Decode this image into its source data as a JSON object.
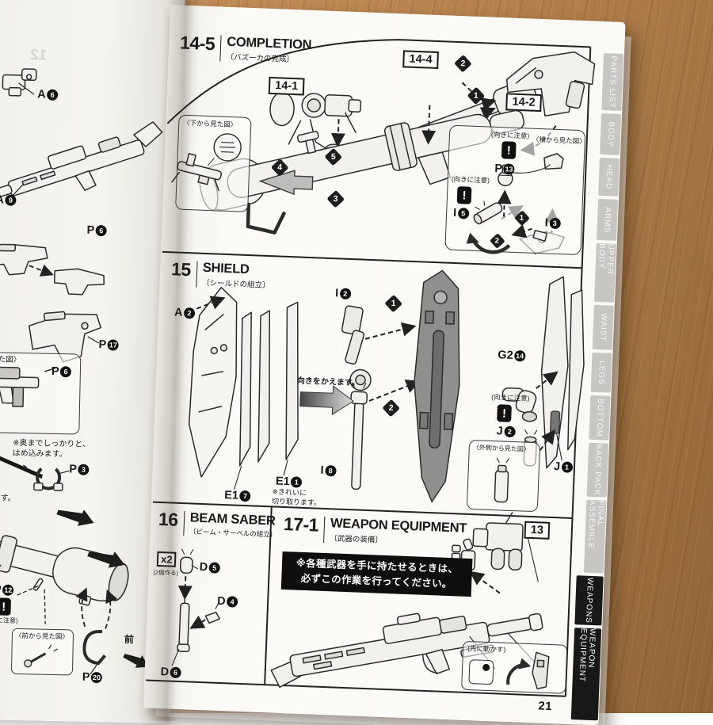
{
  "page_number": "21",
  "warn": "!",
  "markers": {
    "n1": "1",
    "n2": "2",
    "n3": "3",
    "n4": "4",
    "n5": "5"
  },
  "sidebar": {
    "tabs": [
      {
        "label": "PARTS LIST",
        "active": false
      },
      {
        "label": "BODY",
        "active": false
      },
      {
        "label": "HEAD",
        "active": false
      },
      {
        "label": "ARMS",
        "active": false
      },
      {
        "label": "UPPER BODY",
        "active": false
      },
      {
        "label": "WAIST",
        "active": false
      },
      {
        "label": "LEGS",
        "active": false
      },
      {
        "label": "BOTTOM",
        "active": false
      },
      {
        "label": "BACK PACK",
        "active": false
      },
      {
        "label": "FINAL ASSEMBLE",
        "active": false
      },
      {
        "label": "WEAPONS",
        "active": true
      },
      {
        "label": "WEAPON EQUIPMENT",
        "active": true
      }
    ]
  },
  "s14": {
    "num": "14-5",
    "title": "COMPLETION",
    "sub": "〔バズーカの完成〕",
    "box_14_1": "14-1",
    "box_14_4": "14-4",
    "box_14_2": "14-2",
    "note_bottom_view": "〈下から見た図〉",
    "note_orient": "(向きに注意)",
    "note_side_view": "〈横から見た図〉",
    "parts": {
      "p13": {
        "l": "P",
        "n": "13"
      },
      "i5": {
        "l": "I",
        "n": "5"
      },
      "i3": {
        "l": "I",
        "n": "3"
      }
    }
  },
  "s15": {
    "num": "15",
    "title": "SHIELD",
    "sub": "〔シールドの組立〕",
    "note_turn": "向きをかえます。",
    "note_cut": "※きれいに\n切り取ります。",
    "note_orient": "(向きに注意)",
    "note_outside_view": "〈外側から見た図〉",
    "parts": {
      "a2": {
        "l": "A",
        "n": "2"
      },
      "i2": {
        "l": "I",
        "n": "2"
      },
      "i8": {
        "l": "I",
        "n": "8"
      },
      "e1_7": {
        "l": "E1",
        "n": "7"
      },
      "e1_1": {
        "l": "E1",
        "n": "1"
      },
      "g2_14": {
        "l": "G2",
        "n": "14"
      },
      "j2": {
        "l": "J",
        "n": "2"
      },
      "j1": {
        "l": "J",
        "n": "1"
      }
    }
  },
  "s16": {
    "num": "16",
    "title": "BEAM SABER",
    "sub": "〔ビーム・サーベルの組立〕",
    "multiplier": "x2",
    "multiplier_note": "(2個作る)",
    "parts": {
      "d5": {
        "l": "D",
        "n": "5"
      },
      "d4": {
        "l": "D",
        "n": "4"
      },
      "d6": {
        "l": "D",
        "n": "6"
      }
    }
  },
  "s17": {
    "num": "17-1",
    "title": "WEAPON EQUIPMENT",
    "sub": "〔武器の装備〕",
    "warning_line1": "※各種武器を手に持たせるときは、",
    "warning_line2": "必ずこの作業を行ってください。",
    "box_13": "13",
    "note_move": "(先に動かす)"
  },
  "left_page": {
    "ghost": "12",
    "view_label_partial": "から見た図〉",
    "note_fit": "※奥までしっかりと、\nはめ込みます。",
    "note_cut_partial": "取ります。",
    "note_front_view": "〈前から見た図〉",
    "note_orient": "(向きに注意)",
    "front_label": "前",
    "parts": {
      "a6": {
        "l": "A",
        "n": "6"
      },
      "a9": {
        "l": "A",
        "n": "9"
      },
      "p6a": {
        "l": "P",
        "n": "6"
      },
      "p17": {
        "l": "P",
        "n": "17"
      },
      "p6b": {
        "l": "P",
        "n": "6"
      },
      "p3": {
        "l": "P",
        "n": "3"
      },
      "p12": {
        "l": "P",
        "n": "12"
      },
      "p20": {
        "l": "P",
        "n": "20"
      }
    }
  }
}
